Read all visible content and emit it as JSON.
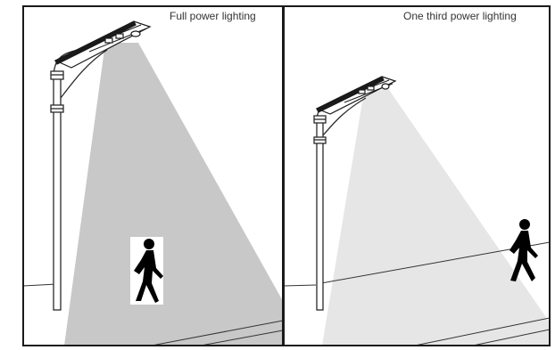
{
  "panels": {
    "left": {
      "label": "Full power lighting",
      "light_level": 1.0
    },
    "right": {
      "label": "One third power lighting",
      "light_level": 0.333
    }
  },
  "colors": {
    "border": "#1a1a1a",
    "full_beam": "#c8c8c8",
    "dim_beam": "#e6e6e6",
    "pole_stroke": "#2a2a2a",
    "person": "#000000"
  }
}
